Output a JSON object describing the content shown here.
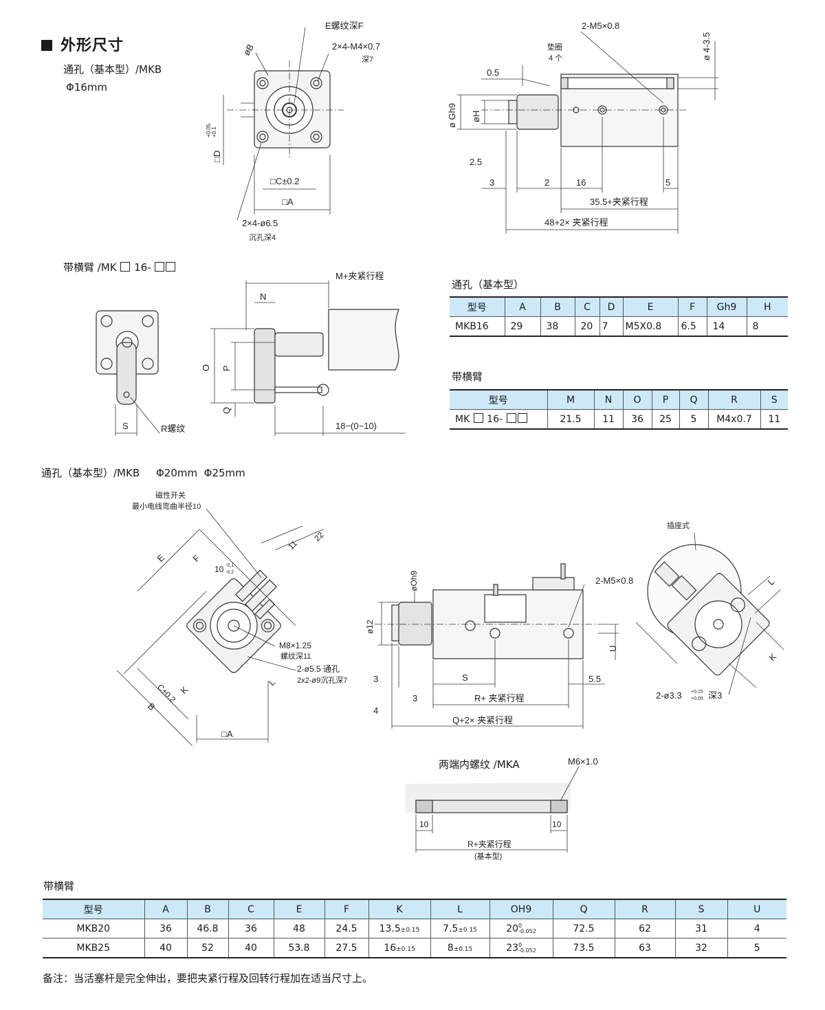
{
  "page": {
    "title": "外形尺寸",
    "footnote": "备注：当活塞杆是完全伸出，要把夹紧行程及回转行程加在适当尺寸上。"
  },
  "sections": {
    "s1_title": "通孔（基本型）/MKB",
    "s1_size": "Φ16mm",
    "s2_title_prefix": "带横臂 /MK",
    "s2_title_mid": "16-",
    "s3_title": "通孔（基本型）/MKB",
    "s3_size1": "Φ20mm",
    "s3_size2": "Φ25mm",
    "mka_title": "两端内螺纹 /MKA",
    "t1_caption": "通孔（基本型）",
    "t2_caption": "带横臂",
    "t3_caption": "带横臂"
  },
  "drawing_labels": {
    "phiB": "øB",
    "e_thread": "E螺纹深F",
    "m4": "2×4-M4×0.7",
    "depth7": "深7",
    "d_dim": "□D",
    "d_tol_up": "+0.05",
    "d_tol_dn": "+0.1",
    "c_dim": "□C±0.2",
    "a_dim": "□A",
    "hole65": "2×4-ø6.5",
    "counter4": "沉孔深4",
    "m5": "2-M5×0.8",
    "phi4": "ø 4-3.5",
    "washer": "垫圈",
    "washer_n": "4 个",
    "d05": "0.5",
    "gh9": "ø Gh9",
    "phiH": "øH",
    "d25": "2.5",
    "d3": "3",
    "d2": "2",
    "d16": "16",
    "d5": "5",
    "d355": "35.5+夹紧行程",
    "d48": "48+2× 夹紧行程",
    "m_stroke": "M+夹紧行程",
    "n": "N",
    "o": "O",
    "p": "P",
    "q": "Q",
    "s": "S",
    "r_thread": "R螺纹",
    "d18": "18−(0~10)",
    "mag_switch": "磁性开关",
    "min_bend": "最小电线弯曲半径10",
    "e": "E",
    "f": "F",
    "d10": "10",
    "d10_tol_up": "-0.1",
    "d10_tol_dn": "-0.2",
    "d11": "11",
    "d22": "22",
    "m8": "M8×1.25",
    "m8_depth": "螺纹深11",
    "hole55": "2-ø5.5 通孔",
    "hole9": "2x2-ø9沉孔深7",
    "l": "L",
    "k": "K",
    "c02": "C±0.2",
    "b": "B",
    "a2": "□A",
    "oh9": "øOh9",
    "phi12": "ø12",
    "m5b": "2-M5×0.8",
    "u": "U",
    "d3b": "3",
    "s2": "S",
    "d55": "5.5",
    "d3c": "3",
    "r_stroke": "R+ 夹紧行程",
    "d4": "4",
    "q_stroke": "Q+2× 夹紧行程",
    "socket": "插座式",
    "l2": "L",
    "k2": "K",
    "pin": "2-ø3.3",
    "pin_tol_up": "+0.15",
    "pin_tol_dn": "+0.05",
    "pin_depth": "深3",
    "m6": "M6×1.0",
    "mka10a": "10",
    "mka10b": "10",
    "mka_r": "R+夹紧行程",
    "mka_basic": "(基本型)"
  },
  "table1": {
    "headers": [
      "型号",
      "A",
      "B",
      "C",
      "D",
      "E",
      "F",
      "Gh9",
      "H"
    ],
    "rows": [
      [
        "MKB16",
        "29",
        "38",
        "20",
        "7",
        "M5X0.8",
        "6.5",
        "14",
        "8"
      ]
    ]
  },
  "table2": {
    "headers": [
      "型号",
      "M",
      "N",
      "O",
      "P",
      "Q",
      "R",
      "S"
    ],
    "row_prefix": "MK",
    "row_mid": "16-",
    "row_values": [
      "21.5",
      "11",
      "36",
      "25",
      "5",
      "M4x0.7",
      "11"
    ]
  },
  "table3": {
    "headers": [
      "型号",
      "A",
      "B",
      "C",
      "E",
      "F",
      "K",
      "L",
      "OH9",
      "Q",
      "R",
      "S",
      "U"
    ],
    "rows": [
      {
        "model": "MKB20",
        "A": "36",
        "B": "46.8",
        "C": "36",
        "E": "48",
        "F": "24.5",
        "K": "13.5",
        "K_tol": "±0.15",
        "L": "7.5",
        "L_tol": "±0.15",
        "OH9": "20",
        "OH9_up": "0",
        "OH9_dn": "-0.052",
        "Q": "72.5",
        "R": "62",
        "S": "31",
        "U": "4"
      },
      {
        "model": "MKB25",
        "A": "40",
        "B": "52",
        "C": "40",
        "E": "53.8",
        "F": "27.5",
        "K": "16",
        "K_tol": "±0.15",
        "L": "8",
        "L_tol": "±0.15",
        "OH9": "23",
        "OH9_up": "0",
        "OH9_dn": "-0.052",
        "Q": "73.5",
        "R": "63",
        "S": "32",
        "U": "5"
      }
    ]
  }
}
